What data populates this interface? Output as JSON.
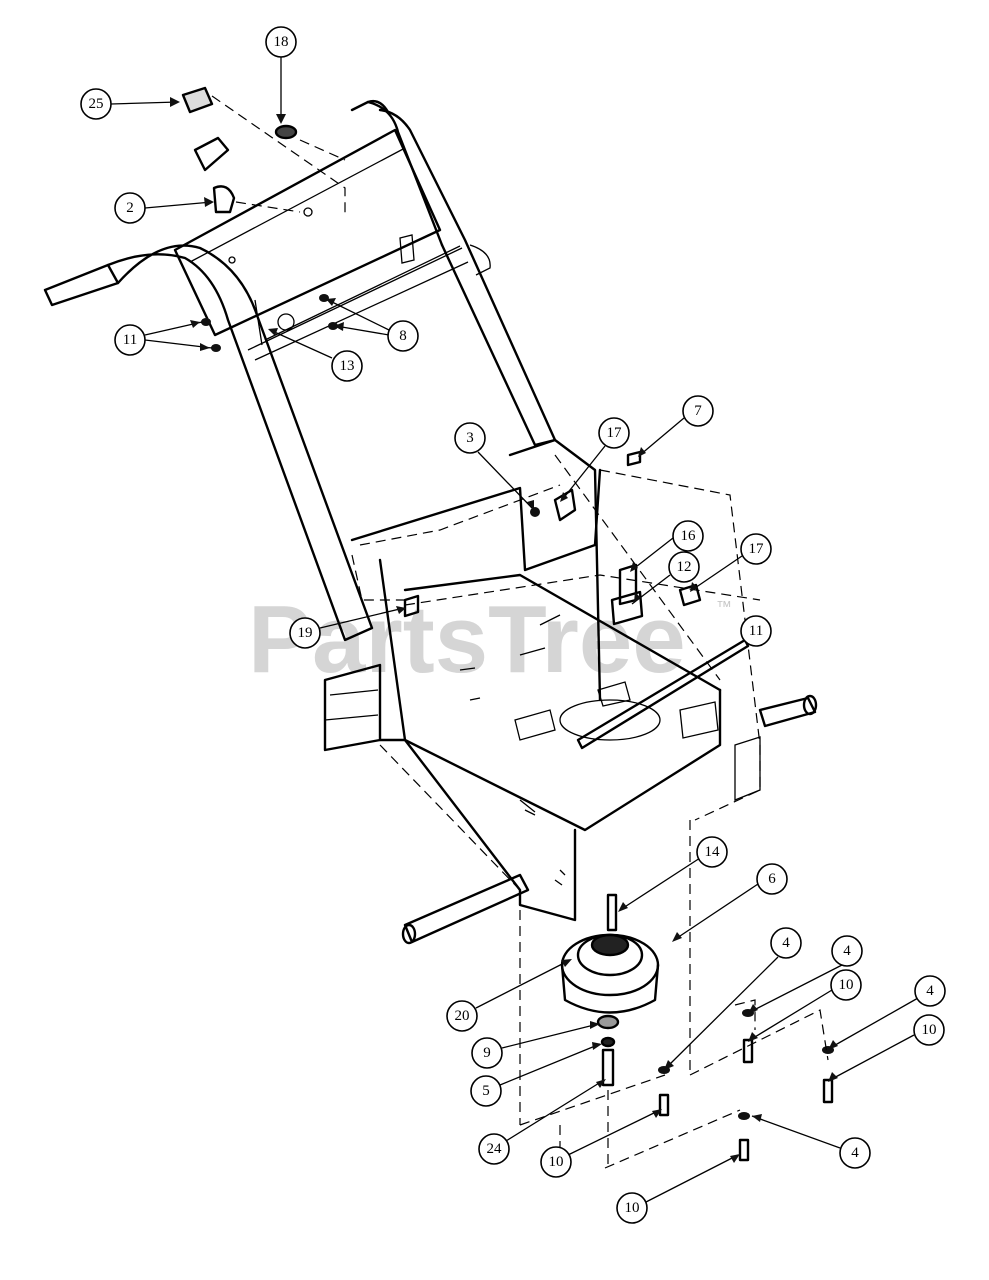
{
  "watermark": {
    "text": "PartsTree",
    "mark": "™"
  },
  "callouts": [
    {
      "label": "18"
    },
    {
      "label": "25"
    },
    {
      "label": "2"
    },
    {
      "label": "8"
    },
    {
      "label": "11"
    },
    {
      "label": "13"
    },
    {
      "label": "3"
    },
    {
      "label": "17"
    },
    {
      "label": "7"
    },
    {
      "label": "16"
    },
    {
      "label": "12"
    },
    {
      "label": "17"
    },
    {
      "label": "19"
    },
    {
      "label": "11"
    },
    {
      "label": "14"
    },
    {
      "label": "6"
    },
    {
      "label": "4"
    },
    {
      "label": "4"
    },
    {
      "label": "10"
    },
    {
      "label": "4"
    },
    {
      "label": "10"
    },
    {
      "label": "20"
    },
    {
      "label": "9"
    },
    {
      "label": "5"
    },
    {
      "label": "24"
    },
    {
      "label": "10"
    },
    {
      "label": "4"
    },
    {
      "label": "10"
    }
  ]
}
